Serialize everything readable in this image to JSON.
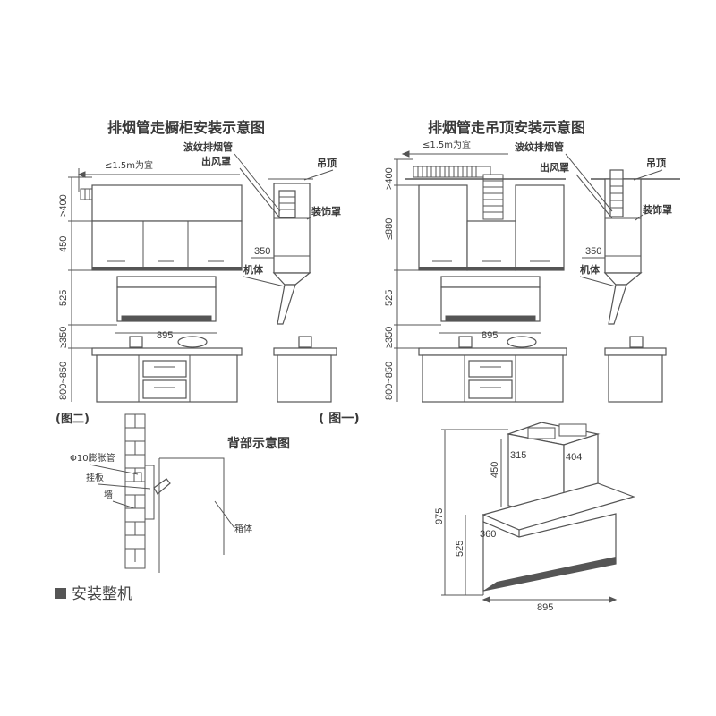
{
  "titles": {
    "left": "排烟管走橱柜安装示意图",
    "right": "排烟管走吊顶安装示意图",
    "back": "背部示意图",
    "section": "安装整机",
    "fig_left": "(图二)",
    "fig_right": "( 图一)"
  },
  "left_diagram": {
    "dims": {
      "slope": "≤1.5m为宜",
      "top": ">400",
      "cabinet": "450",
      "hood": "525",
      "above_stove": "≥350",
      "counter": "800~850",
      "width": "895",
      "side": "350"
    },
    "labels": {
      "duct": "波纹排烟管",
      "outlet": "出风罩",
      "ceiling": "吊顶",
      "cover": "装饰罩",
      "unit": "机体"
    }
  },
  "right_diagram": {
    "dims": {
      "slope": "≤1.5m为宜",
      "top": ">400",
      "cabinet": "≤880",
      "hood": "525",
      "above_stove": "≥350",
      "counter": "800~850",
      "width": "895",
      "side": "350"
    },
    "labels": {
      "duct": "波纹排烟管",
      "outlet": "出风罩",
      "ceiling": "吊顶",
      "cover": "装饰罩",
      "unit": "机体"
    }
  },
  "back_diagram": {
    "labels": {
      "bolt": "Φ10膨胀管",
      "plate": "挂板",
      "wall": "墙",
      "box": "箱体"
    }
  },
  "iso_diagram": {
    "dims": {
      "total_height": "975",
      "cover_height": "450",
      "cover_depth": "315",
      "cover_width": "404",
      "lower_height": "525",
      "side": "360",
      "width": "895"
    }
  }
}
